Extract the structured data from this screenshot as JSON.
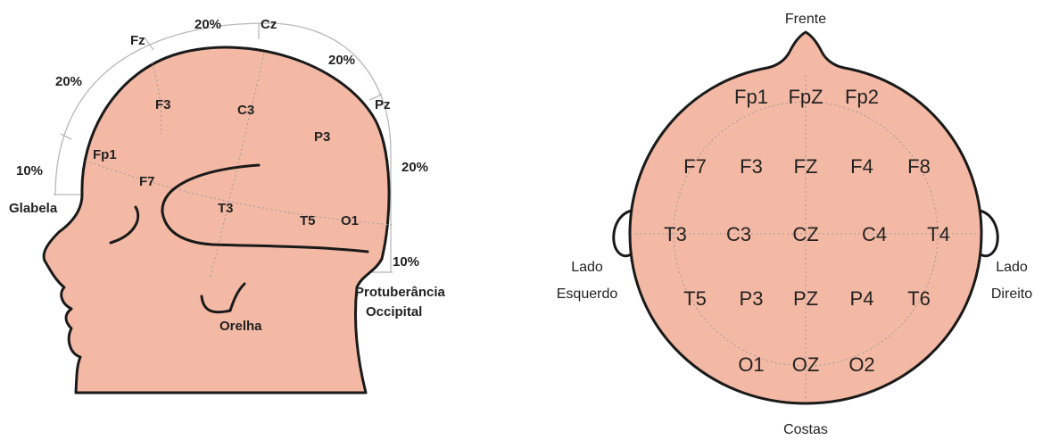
{
  "side_view": {
    "percent_labels": [
      "20%",
      "20%",
      "20%",
      "10%",
      "20%",
      "10%"
    ],
    "arc_markers": [
      "Fz",
      "Cz",
      "Pz"
    ],
    "electrodes": [
      "F3",
      "C3",
      "P3",
      "Fp1",
      "F7",
      "T3",
      "T5",
      "O1"
    ],
    "landmarks": {
      "glabela": "Glabela",
      "orelha": "Orelha",
      "protuberancia_line1": "Protuberância",
      "protuberancia_line2": "Occipital"
    }
  },
  "top_view": {
    "directions": {
      "front": "Frente",
      "back": "Costas",
      "left_line1": "Lado",
      "left_line2": "Esquerdo",
      "right_line1": "Lado",
      "right_line2": "Direito"
    },
    "electrode_rows": [
      [
        "Fp1",
        "FpZ",
        "Fp2"
      ],
      [
        "F7",
        "F3",
        "FZ",
        "F4",
        "F8"
      ],
      [
        "T3",
        "C3",
        "CZ",
        "C4",
        "T4"
      ],
      [
        "T5",
        "P3",
        "PZ",
        "P4",
        "T6"
      ],
      [
        "O1",
        "OZ",
        "O2"
      ]
    ]
  },
  "colors": {
    "skin": "#f4b9a4",
    "outline": "#1a1a1a",
    "guide": "#9a9a9a"
  }
}
